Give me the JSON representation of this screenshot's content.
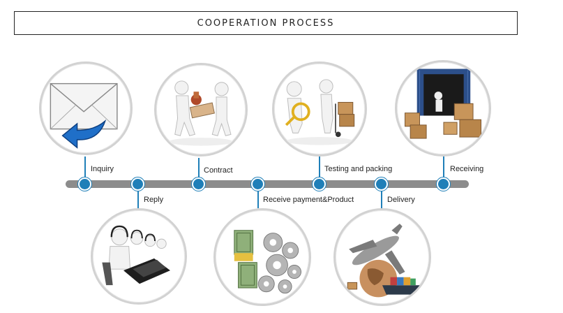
{
  "title": "COOPERATION PROCESS",
  "steps": [
    {
      "label": "Inquiry",
      "icon": "envelope-icon"
    },
    {
      "label": "Reply",
      "icon": "call-center-icon"
    },
    {
      "label": "Contract",
      "icon": "handshake-contract-icon"
    },
    {
      "label": "Receive payment&Product",
      "icon": "money-gears-icon"
    },
    {
      "label": "Testing and packing",
      "icon": "magnifier-boxes-icon"
    },
    {
      "label": "Delivery",
      "icon": "plane-ship-globe-icon"
    },
    {
      "label": "Receiving",
      "icon": "container-boxes-icon"
    }
  ],
  "colors": {
    "accent": "#1f7fb8",
    "bar": "#8c8c8c",
    "circle_border": "#d2d2d2"
  }
}
